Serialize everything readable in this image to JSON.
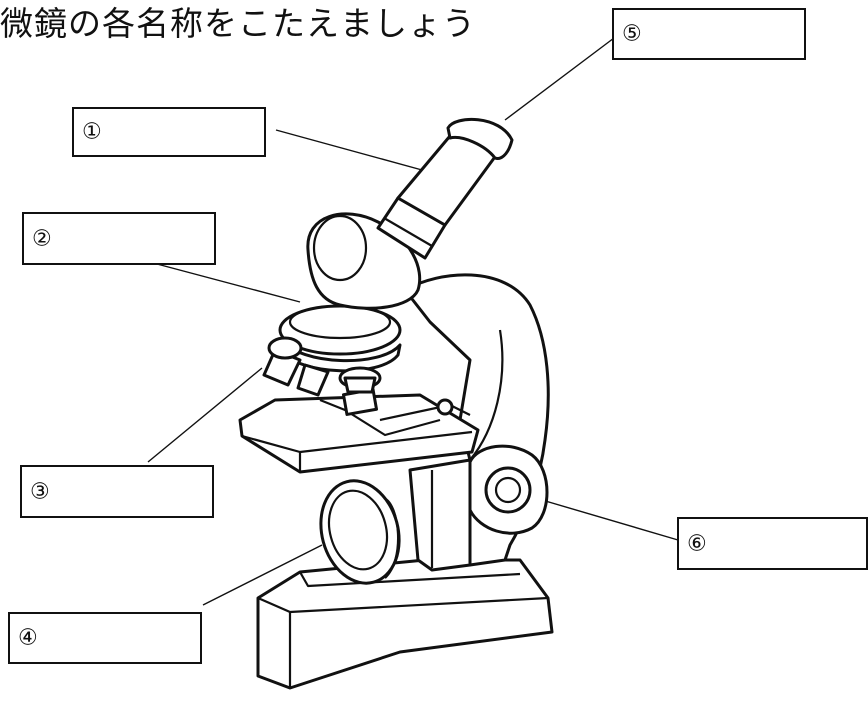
{
  "title": "微鏡の各名称をこたえましょう",
  "labels": [
    {
      "id": 1,
      "text": "①"
    },
    {
      "id": 2,
      "text": "②"
    },
    {
      "id": 3,
      "text": "③"
    },
    {
      "id": 4,
      "text": "④"
    },
    {
      "id": 5,
      "text": "⑤"
    },
    {
      "id": 6,
      "text": "⑥"
    }
  ]
}
